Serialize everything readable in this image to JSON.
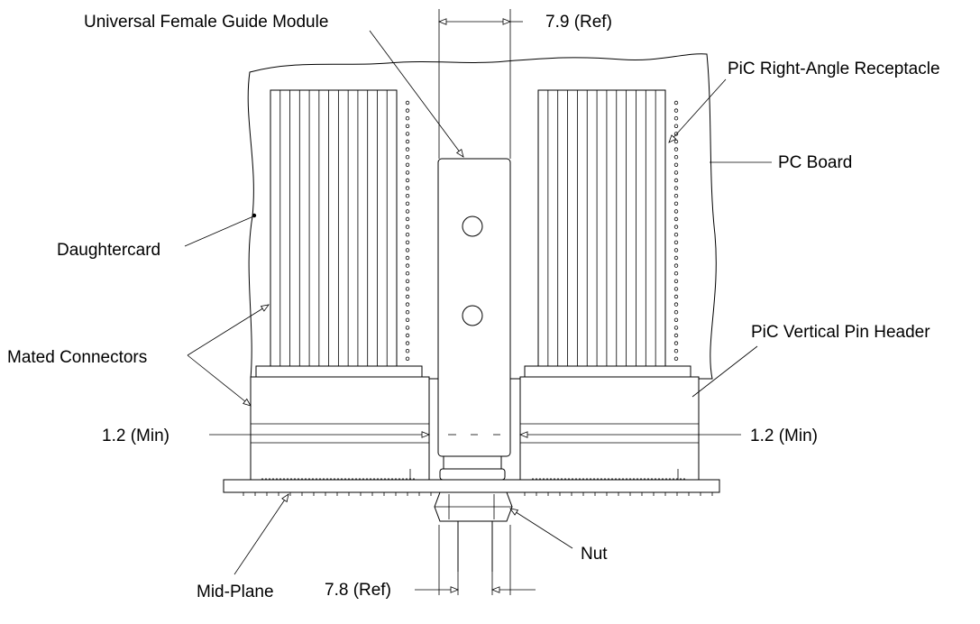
{
  "labels": {
    "guide_module": "Universal Female Guide Module",
    "ref_top": "7.9 (Ref)",
    "receptacle": "PiC Right-Angle Receptacle",
    "pc_board": "PC Board",
    "daughtercard": "Daughtercard",
    "mated": "Mated Connectors",
    "pin_header": "PiC Vertical Pin Header",
    "min_left": "1.2 (Min)",
    "min_right": "1.2 (Min)",
    "midplane": "Mid-Plane",
    "nut": "Nut",
    "ref_bottom": "7.8 (Ref)"
  },
  "colors": {
    "line": "#000000",
    "background": "#ffffff"
  }
}
